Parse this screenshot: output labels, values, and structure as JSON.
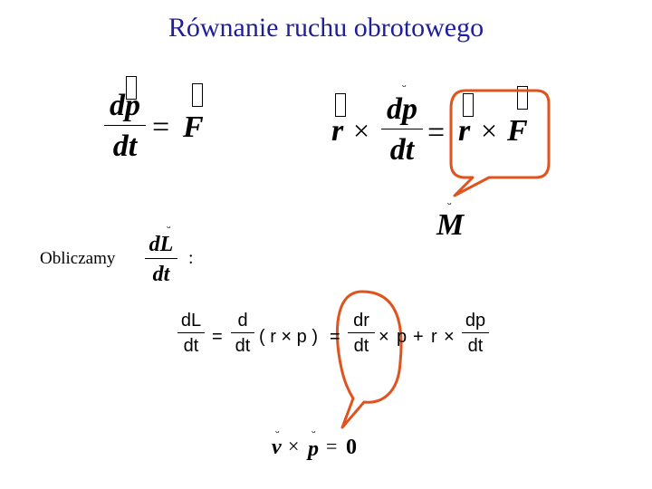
{
  "title": "Równanie ruchu obrotowego",
  "eq1": {
    "num": "dp",
    "den": "dt",
    "eq": "=",
    "rhs": "F"
  },
  "eq2": {
    "r1": "r",
    "times1": "×",
    "num": "dp",
    "den": "dt",
    "eq": "=",
    "r2": "r",
    "times2": "×",
    "F": "F",
    "M": "M"
  },
  "line2": {
    "label": "Obliczamy",
    "num": "dL",
    "den": "dt",
    "colon": ":"
  },
  "expansion": {
    "lhs_num": "dL",
    "lhs_den": "dt",
    "eq1": "=",
    "d_num": "d",
    "d_den": "dt",
    "paren": "( r × p )",
    "eq2": "=",
    "t1_num": "dr",
    "t1_den": "dt",
    "times1": "×",
    "p": "p",
    "plus": "+",
    "r": "r",
    "times2": "×",
    "t2_num": "dp",
    "t2_den": "dt"
  },
  "bottom": {
    "v": "v",
    "times": "×",
    "p": "p",
    "eq": "=",
    "zero": "0"
  },
  "colors": {
    "title": "#1f1f99",
    "callout": "#e0531f"
  }
}
